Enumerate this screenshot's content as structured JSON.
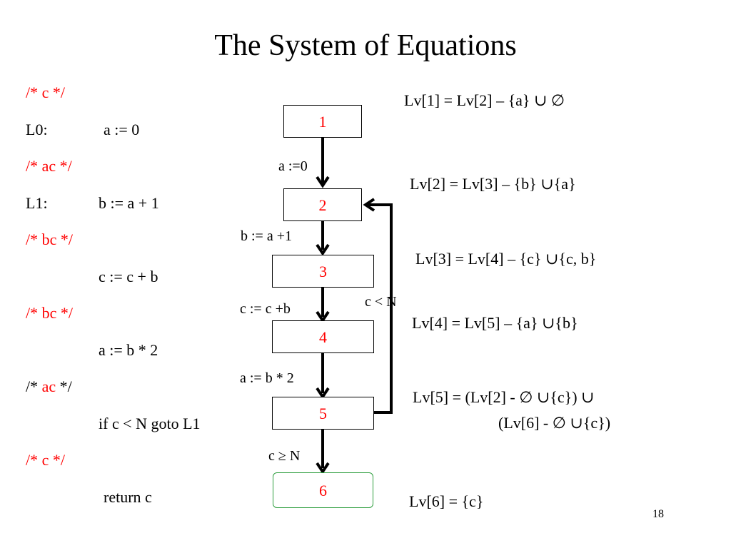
{
  "title": "The System of Equations",
  "code_lines": [
    {
      "label": "/* c  */"
    },
    {
      "label": "L0:",
      "stmt": "a := 0"
    },
    {
      "label": "/* ac */"
    },
    {
      "label": "L1:",
      "stmt": "b := a + 1"
    },
    {
      "label": "/* bc */"
    },
    {
      "stmt": "c := c + b"
    },
    {
      "label": "/* bc */"
    },
    {
      "stmt": "a := b * 2"
    },
    {
      "label_prefix": "/* ",
      "label_highlight": "ac",
      "label_suffix": " */"
    },
    {
      "stmt": "if c < N goto L1"
    },
    {
      "label": "/* c  */"
    },
    {
      "stmt": "return c"
    }
  ],
  "nodes": [
    "1",
    "2",
    "3",
    "4",
    "5",
    "6"
  ],
  "edge_labels": {
    "e12": "a :=0",
    "e23": "b := a +1",
    "e34": "c := c +b",
    "e45": "a := b * 2",
    "e56": "c ≥ N",
    "back": "c < N"
  },
  "equations": [
    "Lv[1] = Lv[2] – {a} ∪ ∅",
    "Lv[2] = Lv[3] – {b} ∪{a}",
    "Lv[3] = Lv[4] – {c} ∪{c, b}",
    "Lv[4] = Lv[5] – {a} ∪{b}",
    "Lv[5] = (Lv[2] - ∅ ∪{c})  ∪",
    "(Lv[6] - ∅ ∪{c})",
    "Lv[6] = {c}"
  ],
  "page_number": "18",
  "colors": {
    "comment": "#ff0000",
    "node_text": "#ff0000",
    "final_node_border": "#2e9e3e"
  }
}
